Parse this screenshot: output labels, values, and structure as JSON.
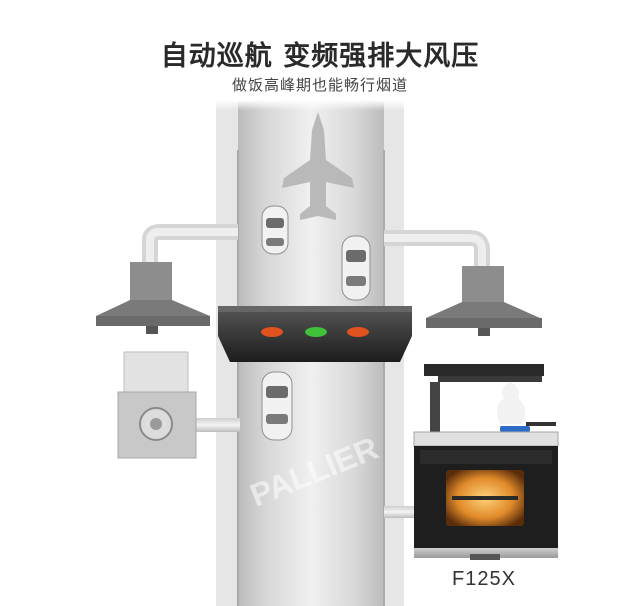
{
  "headline": "自动巡航 变频强排大风压",
  "subheadline": "做饭高峰期也能畅行烟道",
  "watermark": "PALLIER",
  "product_model": "F125X",
  "hood_lights": [
    "orange",
    "green",
    "orange"
  ],
  "colors": {
    "light_left": "#e0521e",
    "light_mid": "#3fc23a",
    "light_right": "#e0521e",
    "oven_glow": "#e08a2a"
  }
}
